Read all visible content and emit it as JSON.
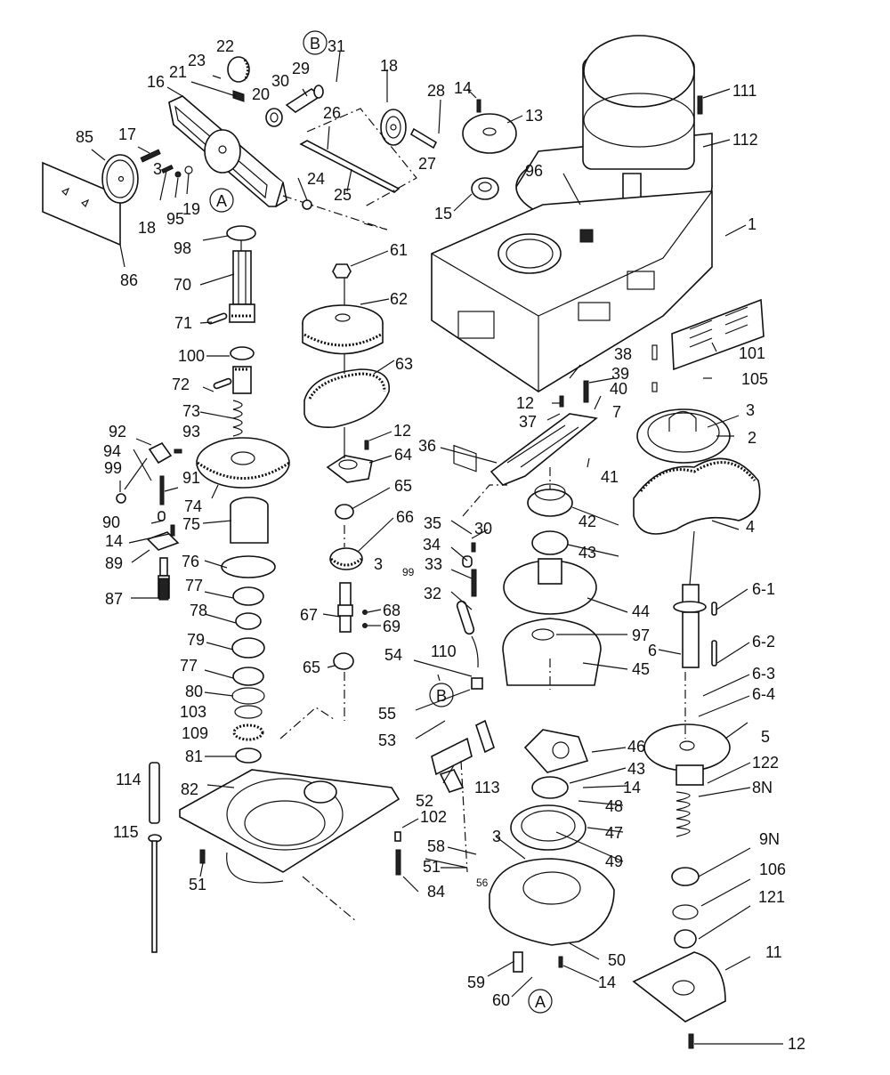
{
  "diagram": {
    "type": "exploded-parts-diagram",
    "subject": "Mill/drill head assembly",
    "callouts": [
      {
        "id": "cA1",
        "text": "A"
      },
      {
        "id": "cA2",
        "text": "A"
      },
      {
        "id": "cB1",
        "text": "B"
      },
      {
        "id": "cB2",
        "text": "B"
      }
    ],
    "labels": [
      {
        "id": "l22",
        "text": "22"
      },
      {
        "id": "l23",
        "text": "23"
      },
      {
        "id": "l21",
        "text": "21"
      },
      {
        "id": "l16",
        "text": "16"
      },
      {
        "id": "l31",
        "text": "31"
      },
      {
        "id": "l29",
        "text": "29"
      },
      {
        "id": "l30a",
        "text": "30"
      },
      {
        "id": "l20",
        "text": "20"
      },
      {
        "id": "l18a",
        "text": "18"
      },
      {
        "id": "l28",
        "text": "28"
      },
      {
        "id": "l26",
        "text": "26"
      },
      {
        "id": "l27",
        "text": "27"
      },
      {
        "id": "l25",
        "text": "25"
      },
      {
        "id": "l24",
        "text": "24"
      },
      {
        "id": "l17",
        "text": "17"
      },
      {
        "id": "l85",
        "text": "85"
      },
      {
        "id": "l3a",
        "text": "3"
      },
      {
        "id": "l18b",
        "text": "18"
      },
      {
        "id": "l95",
        "text": "95"
      },
      {
        "id": "l19",
        "text": "19"
      },
      {
        "id": "l86",
        "text": "86"
      },
      {
        "id": "l14a",
        "text": "14"
      },
      {
        "id": "l13",
        "text": "13"
      },
      {
        "id": "l15",
        "text": "15"
      },
      {
        "id": "l111",
        "text": "111"
      },
      {
        "id": "l112",
        "text": "112"
      },
      {
        "id": "l96",
        "text": "96"
      },
      {
        "id": "l1",
        "text": "1"
      },
      {
        "id": "l98",
        "text": "98"
      },
      {
        "id": "l70",
        "text": "70"
      },
      {
        "id": "l71",
        "text": "71"
      },
      {
        "id": "l100",
        "text": "100"
      },
      {
        "id": "l72",
        "text": "72"
      },
      {
        "id": "l73",
        "text": "73"
      },
      {
        "id": "l92",
        "text": "92"
      },
      {
        "id": "l93",
        "text": "93"
      },
      {
        "id": "l94",
        "text": "94"
      },
      {
        "id": "l99a",
        "text": "99"
      },
      {
        "id": "l91",
        "text": "91"
      },
      {
        "id": "l74",
        "text": "74"
      },
      {
        "id": "l61",
        "text": "61"
      },
      {
        "id": "l62",
        "text": "62"
      },
      {
        "id": "l63",
        "text": "63"
      },
      {
        "id": "l12a",
        "text": "12"
      },
      {
        "id": "l64",
        "text": "64"
      },
      {
        "id": "l65a",
        "text": "65"
      },
      {
        "id": "l66",
        "text": "66"
      },
      {
        "id": "l3b",
        "text": "3"
      },
      {
        "id": "l36",
        "text": "36"
      },
      {
        "id": "l38",
        "text": "38"
      },
      {
        "id": "l39",
        "text": "39"
      },
      {
        "id": "l40",
        "text": "40"
      },
      {
        "id": "l12b",
        "text": "12"
      },
      {
        "id": "l37",
        "text": "37"
      },
      {
        "id": "l7",
        "text": "7"
      },
      {
        "id": "l41",
        "text": "41"
      },
      {
        "id": "l101",
        "text": "101"
      },
      {
        "id": "l105",
        "text": "105"
      },
      {
        "id": "l3c",
        "text": "3"
      },
      {
        "id": "l2",
        "text": "2"
      },
      {
        "id": "l4",
        "text": "4"
      },
      {
        "id": "l42",
        "text": "42"
      },
      {
        "id": "l43a",
        "text": "43"
      },
      {
        "id": "l30b",
        "text": "30"
      },
      {
        "id": "l35",
        "text": "35"
      },
      {
        "id": "l34",
        "text": "34"
      },
      {
        "id": "l33",
        "text": "33"
      },
      {
        "id": "l32",
        "text": "32"
      },
      {
        "id": "l99b",
        "text": "99"
      },
      {
        "id": "l44",
        "text": "44"
      },
      {
        "id": "l97",
        "text": "97"
      },
      {
        "id": "l45",
        "text": "45"
      },
      {
        "id": "l6",
        "text": "6"
      },
      {
        "id": "l6_1",
        "text": "6-1"
      },
      {
        "id": "l6_2",
        "text": "6-2"
      },
      {
        "id": "l6_3",
        "text": "6-3"
      },
      {
        "id": "l6_4",
        "text": "6-4"
      },
      {
        "id": "l90",
        "text": "90"
      },
      {
        "id": "l14b",
        "text": "14"
      },
      {
        "id": "l89",
        "text": "89"
      },
      {
        "id": "l75",
        "text": "75"
      },
      {
        "id": "l76",
        "text": "76"
      },
      {
        "id": "l87",
        "text": "87"
      },
      {
        "id": "l77a",
        "text": "77"
      },
      {
        "id": "l78",
        "text": "78"
      },
      {
        "id": "l79",
        "text": "79"
      },
      {
        "id": "l77b",
        "text": "77"
      },
      {
        "id": "l80",
        "text": "80"
      },
      {
        "id": "l103",
        "text": "103"
      },
      {
        "id": "l109",
        "text": "109"
      },
      {
        "id": "l81",
        "text": "81"
      },
      {
        "id": "l67",
        "text": "67"
      },
      {
        "id": "l68",
        "text": "68"
      },
      {
        "id": "l69",
        "text": "69"
      },
      {
        "id": "l65b",
        "text": "65"
      },
      {
        "id": "l54",
        "text": "54"
      },
      {
        "id": "l110",
        "text": "110"
      },
      {
        "id": "l55",
        "text": "55"
      },
      {
        "id": "l53",
        "text": "53"
      },
      {
        "id": "l114",
        "text": "114"
      },
      {
        "id": "l115",
        "text": "115"
      },
      {
        "id": "l82",
        "text": "82"
      },
      {
        "id": "l51a",
        "text": "51"
      },
      {
        "id": "l52",
        "text": "52"
      },
      {
        "id": "l113",
        "text": "113"
      },
      {
        "id": "l102",
        "text": "102"
      },
      {
        "id": "l84",
        "text": "84"
      },
      {
        "id": "l58",
        "text": "58"
      },
      {
        "id": "l51b",
        "text": "51"
      },
      {
        "id": "l56",
        "text": "56"
      },
      {
        "id": "l3d",
        "text": "3"
      },
      {
        "id": "l46",
        "text": "46"
      },
      {
        "id": "l43b",
        "text": "43"
      },
      {
        "id": "l14c",
        "text": "14"
      },
      {
        "id": "l48",
        "text": "48"
      },
      {
        "id": "l47",
        "text": "47"
      },
      {
        "id": "l49",
        "text": "49"
      },
      {
        "id": "l50",
        "text": "50"
      },
      {
        "id": "l59",
        "text": "59"
      },
      {
        "id": "l60",
        "text": "60"
      },
      {
        "id": "l14d",
        "text": "14"
      },
      {
        "id": "l5",
        "text": "5"
      },
      {
        "id": "l122",
        "text": "122"
      },
      {
        "id": "l8N",
        "text": "8N"
      },
      {
        "id": "l9N",
        "text": "9N"
      },
      {
        "id": "l106",
        "text": "106"
      },
      {
        "id": "l121",
        "text": "121"
      },
      {
        "id": "l11",
        "text": "11"
      },
      {
        "id": "l12c",
        "text": "12"
      }
    ]
  }
}
